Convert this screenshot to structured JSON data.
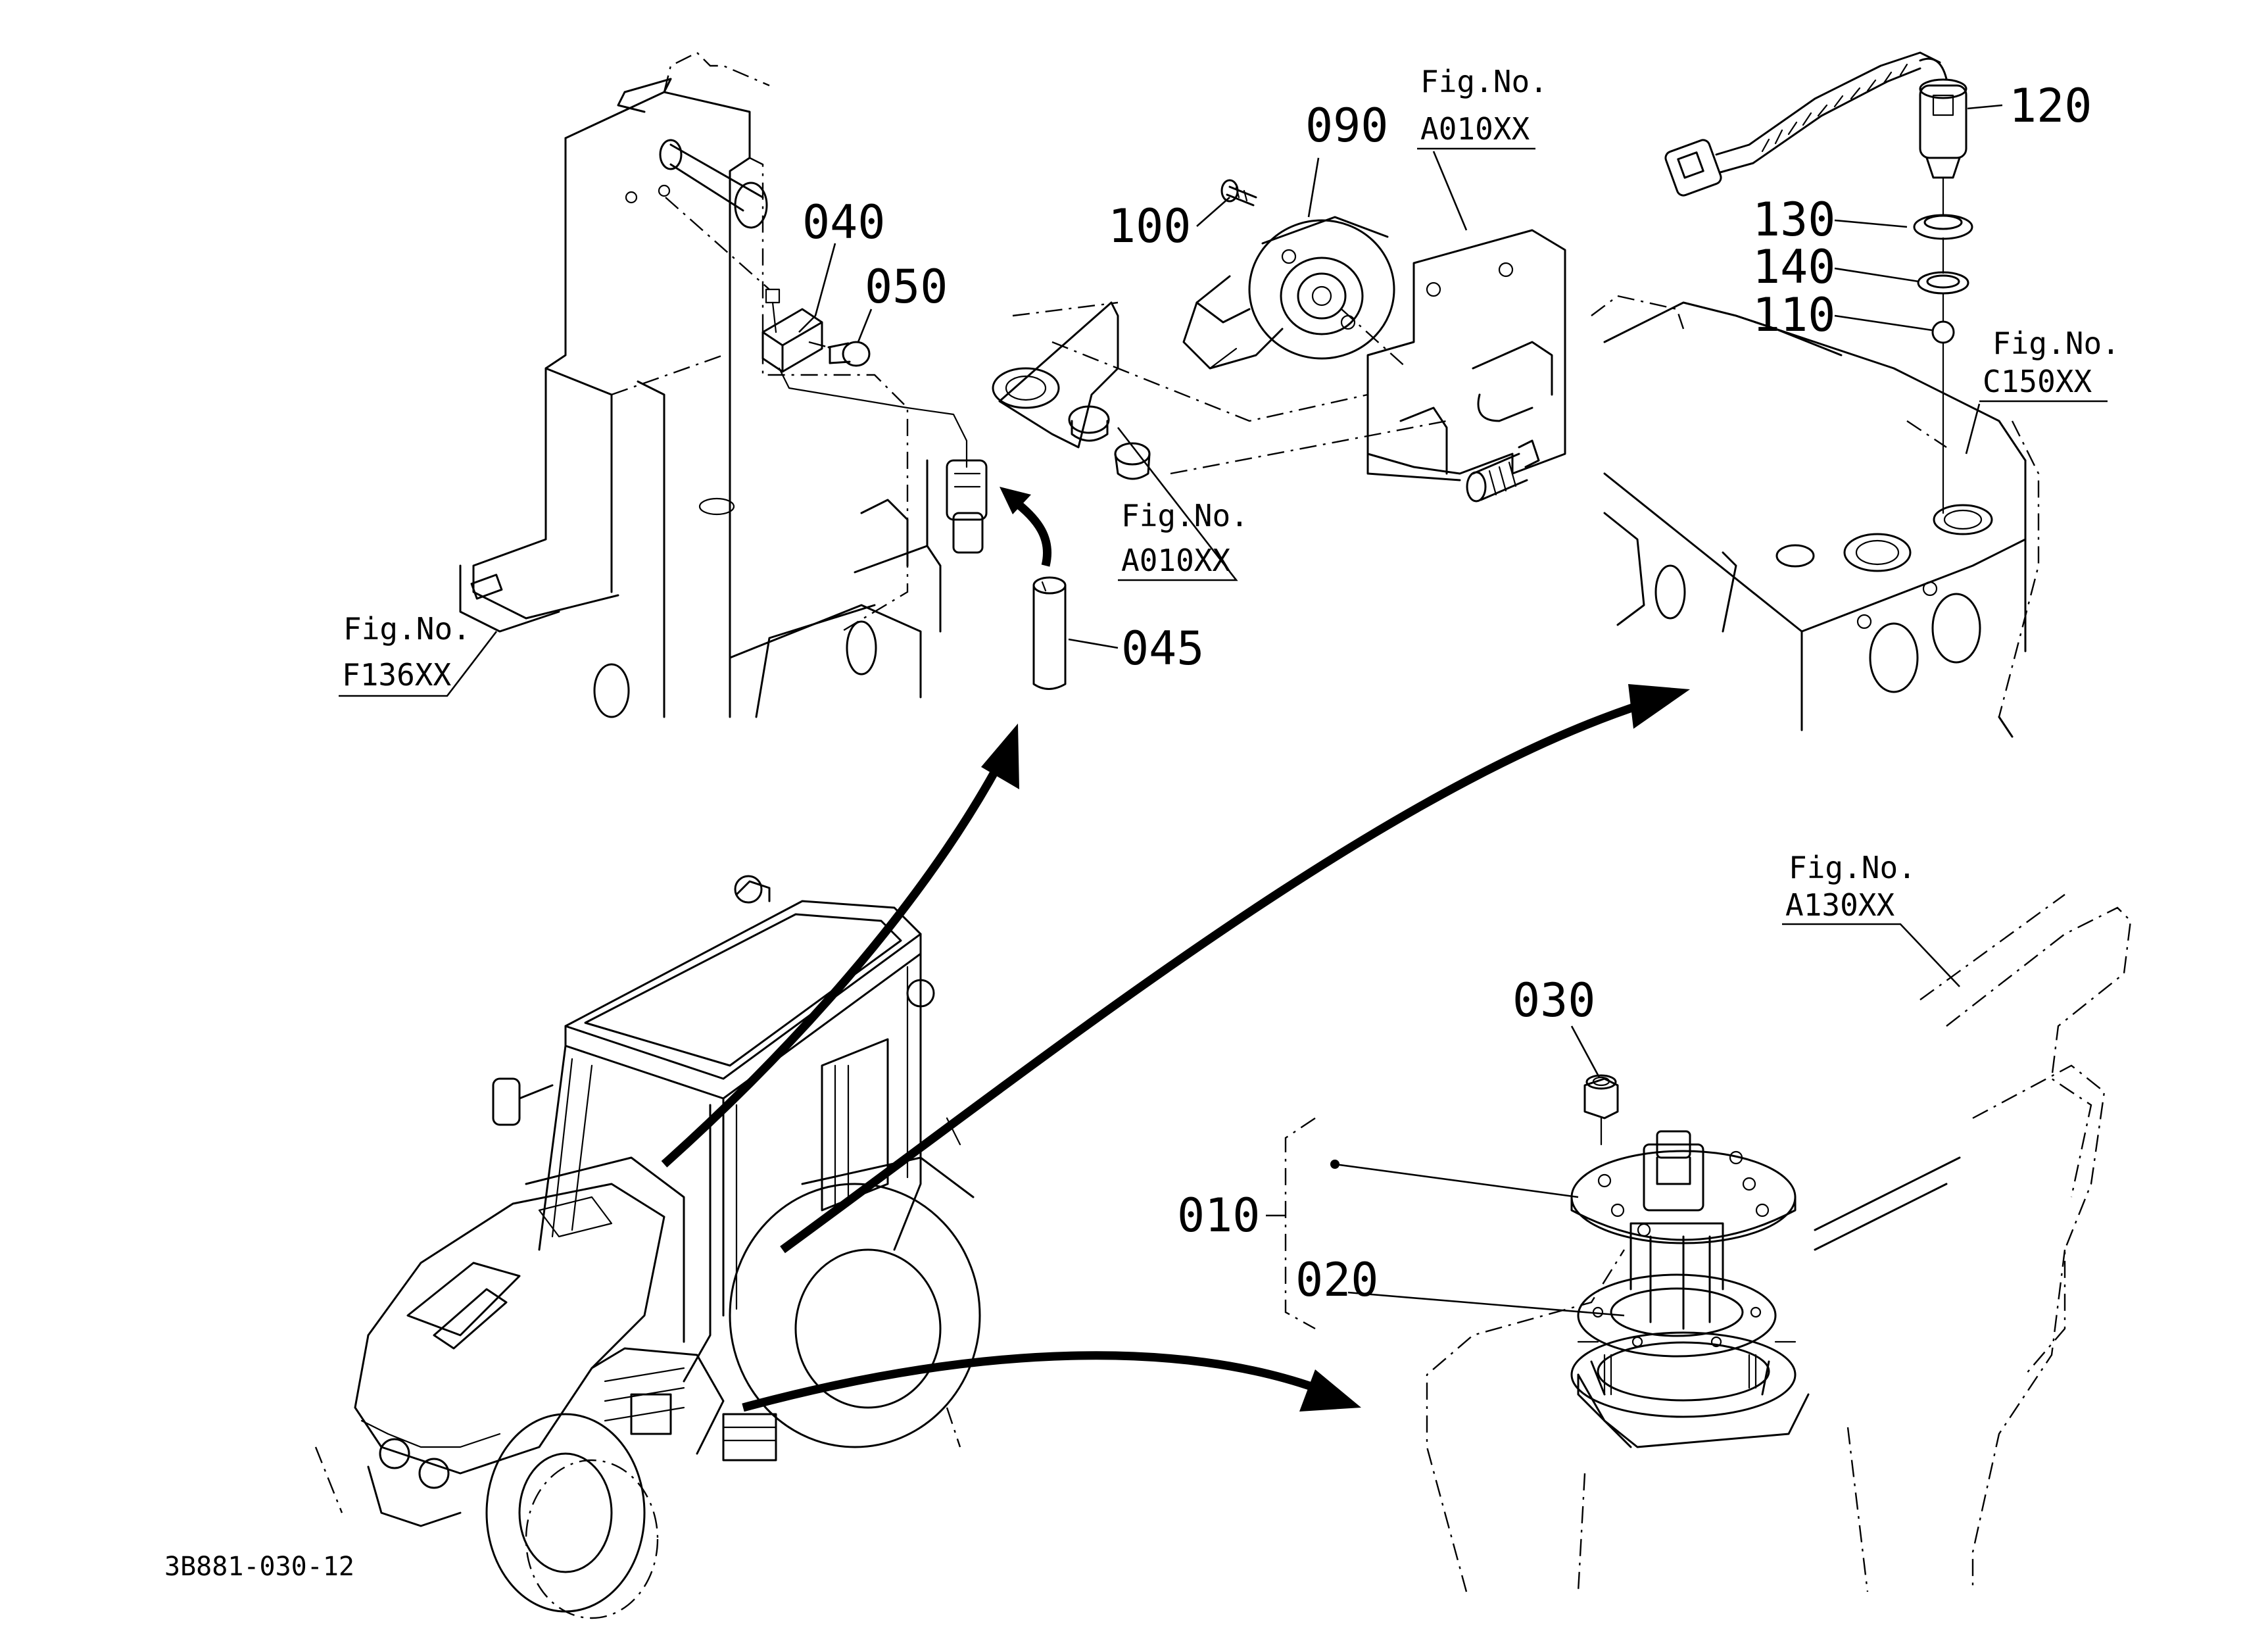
{
  "labels": {
    "p040": "040",
    "p050": "050",
    "p045": "045",
    "p090": "090",
    "p100": "100",
    "p120": "120",
    "p130": "130",
    "p140": "140",
    "p110": "110",
    "p030": "030",
    "p010": "010",
    "p020": "020"
  },
  "fig_refs": {
    "f136": {
      "top": "Fig.No.",
      "code": "F136XX"
    },
    "a010_top": {
      "top": "Fig.No.",
      "code": "A010XX"
    },
    "a010_mid": {
      "top": "Fig.No.",
      "code": "A010XX"
    },
    "c150": {
      "top": "Fig.No.",
      "code": "C150XX"
    },
    "a130": {
      "top": "Fig.No.",
      "code": "A130XX"
    }
  },
  "footer_code": "3B881-030-12"
}
